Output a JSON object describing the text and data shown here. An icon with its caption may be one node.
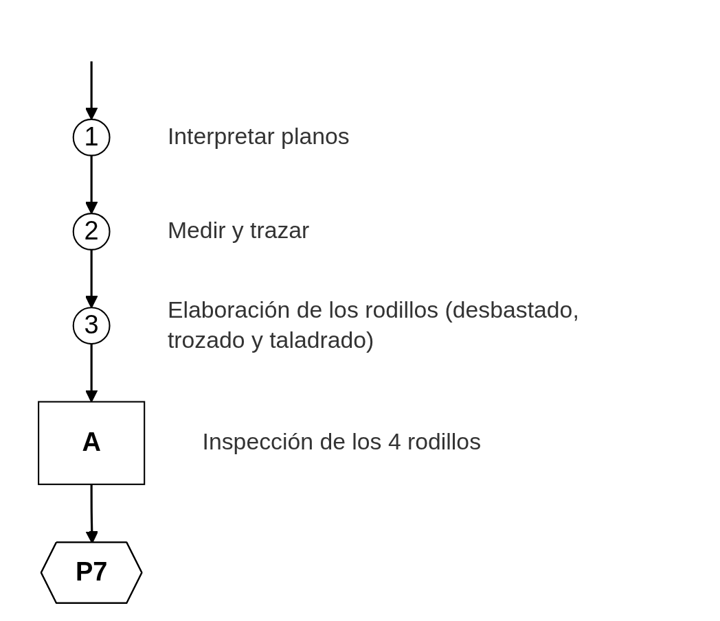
{
  "diagram": {
    "nodes": [
      {
        "text": [
          "1"
        ],
        "beside": [
          "Interpretar planos"
        ]
      },
      {
        "text": [
          "2"
        ],
        "beside": [
          "Medir y trazar"
        ]
      },
      {
        "text": [
          "3"
        ],
        "beside": [
          "Elaboración de los rodillos (desbastado, trozado y taladrado)"
        ]
      },
      {
        "text": [
          "A"
        ],
        "beside": [
          "Inspección de los 4 rodillos"
        ]
      },
      {
        "text": [
          "P7"
        ]
      }
    ],
    "edges": [
      {
        "from": null,
        "to": 0,
        "arrow": "to"
      },
      {
        "from": 0,
        "to": 1,
        "arrow": "to"
      },
      {
        "from": 1,
        "to": 2,
        "arrow": "to"
      },
      {
        "from": 2,
        "to": 3,
        "arrow": "to"
      },
      {
        "from": 3,
        "to": 4,
        "arrow": "to"
      }
    ]
  }
}
